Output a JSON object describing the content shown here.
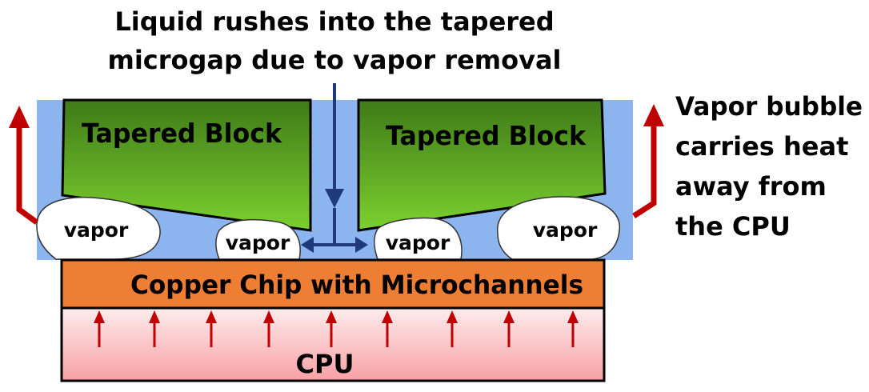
{
  "title": {
    "line1": "Liquid rushes into the tapered",
    "line2": "microgap due to vapor removal"
  },
  "blocks": {
    "left_label": "Tapered Block",
    "right_label": "Tapered Block"
  },
  "vapor": {
    "far_left": "vapor",
    "inner_left": "vapor",
    "inner_right": "vapor",
    "far_right": "vapor"
  },
  "chip_label": "Copper Chip with Microchannels",
  "cpu_label": "CPU",
  "side_note": {
    "line1": "Vapor bubble",
    "line2": "carries heat",
    "line3": "away from",
    "line4": "the CPU"
  },
  "colors": {
    "liquid": "#8cb4ee",
    "block_top": "#7bd12f",
    "block_bottom": "#3f7a18",
    "copper": "#ee7e33",
    "cpu_top": "#f8a0a4",
    "cpu_bottom": "#fdeced",
    "heat_arrow": "#c00000",
    "flow_arrow": "#1f3a78"
  },
  "icons": {
    "heat_arrows": "arrow-up-icon",
    "flow_arrows": "arrow-down-icon"
  }
}
